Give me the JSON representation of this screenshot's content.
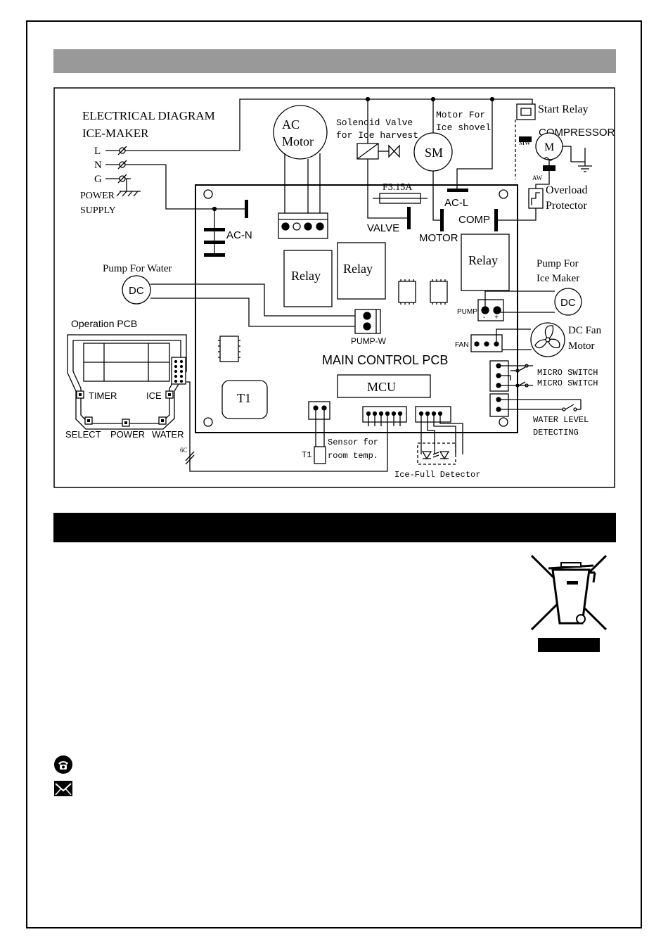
{
  "colors": {
    "header_grey": "#999999",
    "header_black": "#000000",
    "ink": "#000000"
  },
  "diagram": {
    "title_line1": "ELECTRICAL DIAGRAM",
    "title_line2": "ICE-MAKER",
    "supply": {
      "L": "L",
      "N": "N",
      "G": "G",
      "label1": "POWER",
      "label2": "SUPPLY"
    },
    "ac_motor": {
      "line1": "AC",
      "line2": "Motor"
    },
    "solenoid": {
      "line1": "Solenoid Valve",
      "line2": "for Ice harvest"
    },
    "ice_shovel_motor": {
      "line1": "Motor For",
      "line2": "Ice shovel",
      "symbol": "SM"
    },
    "start_relay": "Start Relay",
    "compressor": {
      "label": "COMPRESSOR",
      "symbol": "M",
      "mw": "MW",
      "aw": "AW"
    },
    "overload": {
      "line1": "Overload",
      "line2": "Protector"
    },
    "fuse": "F3.15A",
    "terminals": {
      "ac_n": "AC-N",
      "ac_l": "AC-L",
      "valve": "VALVE",
      "motor": "MOTOR",
      "comp": "COMP",
      "pump_w": "PUMP-W",
      "pump": "PUMP",
      "fan": "FAN"
    },
    "relays": [
      "Relay",
      "Relay",
      "Relay"
    ],
    "pump_water": {
      "label": "Pump For Water",
      "symbol": "DC"
    },
    "pump_ice": {
      "line1": "Pump For",
      "line2": "Ice Maker",
      "symbol": "DC"
    },
    "dc_fan": {
      "line1": "DC Fan",
      "line2": "Motor"
    },
    "main_pcb": "MAIN CONTROL PCB",
    "mcu": "MCU",
    "transformer": "T1",
    "micro_switch_1": "MICRO SWITCH",
    "micro_switch_2": "MICRO SWITCH",
    "water_level": {
      "line1": "WATER LEVEL",
      "line2": "DETECTING"
    },
    "sensor": {
      "t1": "T1",
      "line1": "Sensor for",
      "line2": "room temp."
    },
    "ice_full": "Ice-Full Detector",
    "operation_pcb": {
      "title": "Operation PCB",
      "timer": "TIMER",
      "ice": "ICE",
      "select": "SELECT",
      "power": "POWER",
      "water": "WATER",
      "cable": "6C"
    },
    "pump_pins": {
      "minus": "-",
      "plus": "+"
    }
  },
  "icons": [
    "weee-crossed-bin-icon",
    "phone-icon",
    "mail-icon"
  ]
}
